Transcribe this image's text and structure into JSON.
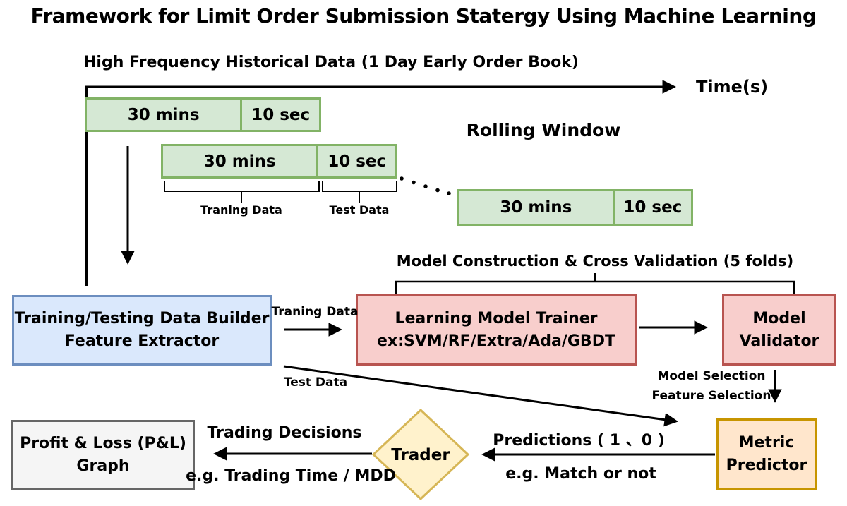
{
  "title": "Framework for Limit Order Submission Statergy Using Machine Learning",
  "timeline": {
    "header": "High Frequency Historical Data (1 Day Early Order Book)",
    "axis_label": "Time(s)",
    "rolling_window_label": "Rolling Window",
    "windows": [
      {
        "train": "30 mins",
        "test": "10 sec"
      },
      {
        "train": "30 mins",
        "test": "10 sec"
      },
      {
        "train": "30 mins",
        "test": "10 sec"
      }
    ],
    "training_brace_label": "Traning Data",
    "test_brace_label": "Test Data"
  },
  "pipeline": {
    "cross_validation_label": "Model Construction & Cross Validation (5 folds)",
    "data_builder": {
      "line1": "Training/Testing Data Builder",
      "line2": "Feature Extractor"
    },
    "trainer": {
      "line1": "Learning Model Trainer",
      "line2": "ex:SVM/RF/Extra/Ada/GBDT"
    },
    "validator": {
      "line1": "Model",
      "line2": "Validator"
    },
    "metric_predictor": {
      "line1": "Metric",
      "line2": "Predictor"
    },
    "trader_label": "Trader",
    "pnl": {
      "line1": "Profit & Loss (P&L)",
      "line2": "Graph"
    }
  },
  "edge_labels": {
    "training_data": "Traning Data",
    "test_data": "Test Data",
    "model_selection": "Model Selection",
    "feature_selection": "Feature Selection",
    "predictions": "Predictions ( 1 、0 )",
    "predictions_example": "e.g. Match or not",
    "trading_decisions": "Trading Decisions",
    "trading_decisions_example": "e.g. Trading Time / MDD"
  },
  "colors": {
    "window_fill": "#d5e8d4",
    "window_border": "#82b366",
    "builder_fill": "#dae8fc",
    "builder_border": "#6c8ebf",
    "trainer_fill": "#f8cecc",
    "trainer_border": "#b85450",
    "metric_fill": "#ffe6cc",
    "metric_border": "#c79500",
    "trader_fill": "#fff2cc",
    "trader_border": "#d6b656",
    "pnl_fill": "#f5f5f5",
    "pnl_border": "#666666",
    "arrow": "#000000"
  }
}
